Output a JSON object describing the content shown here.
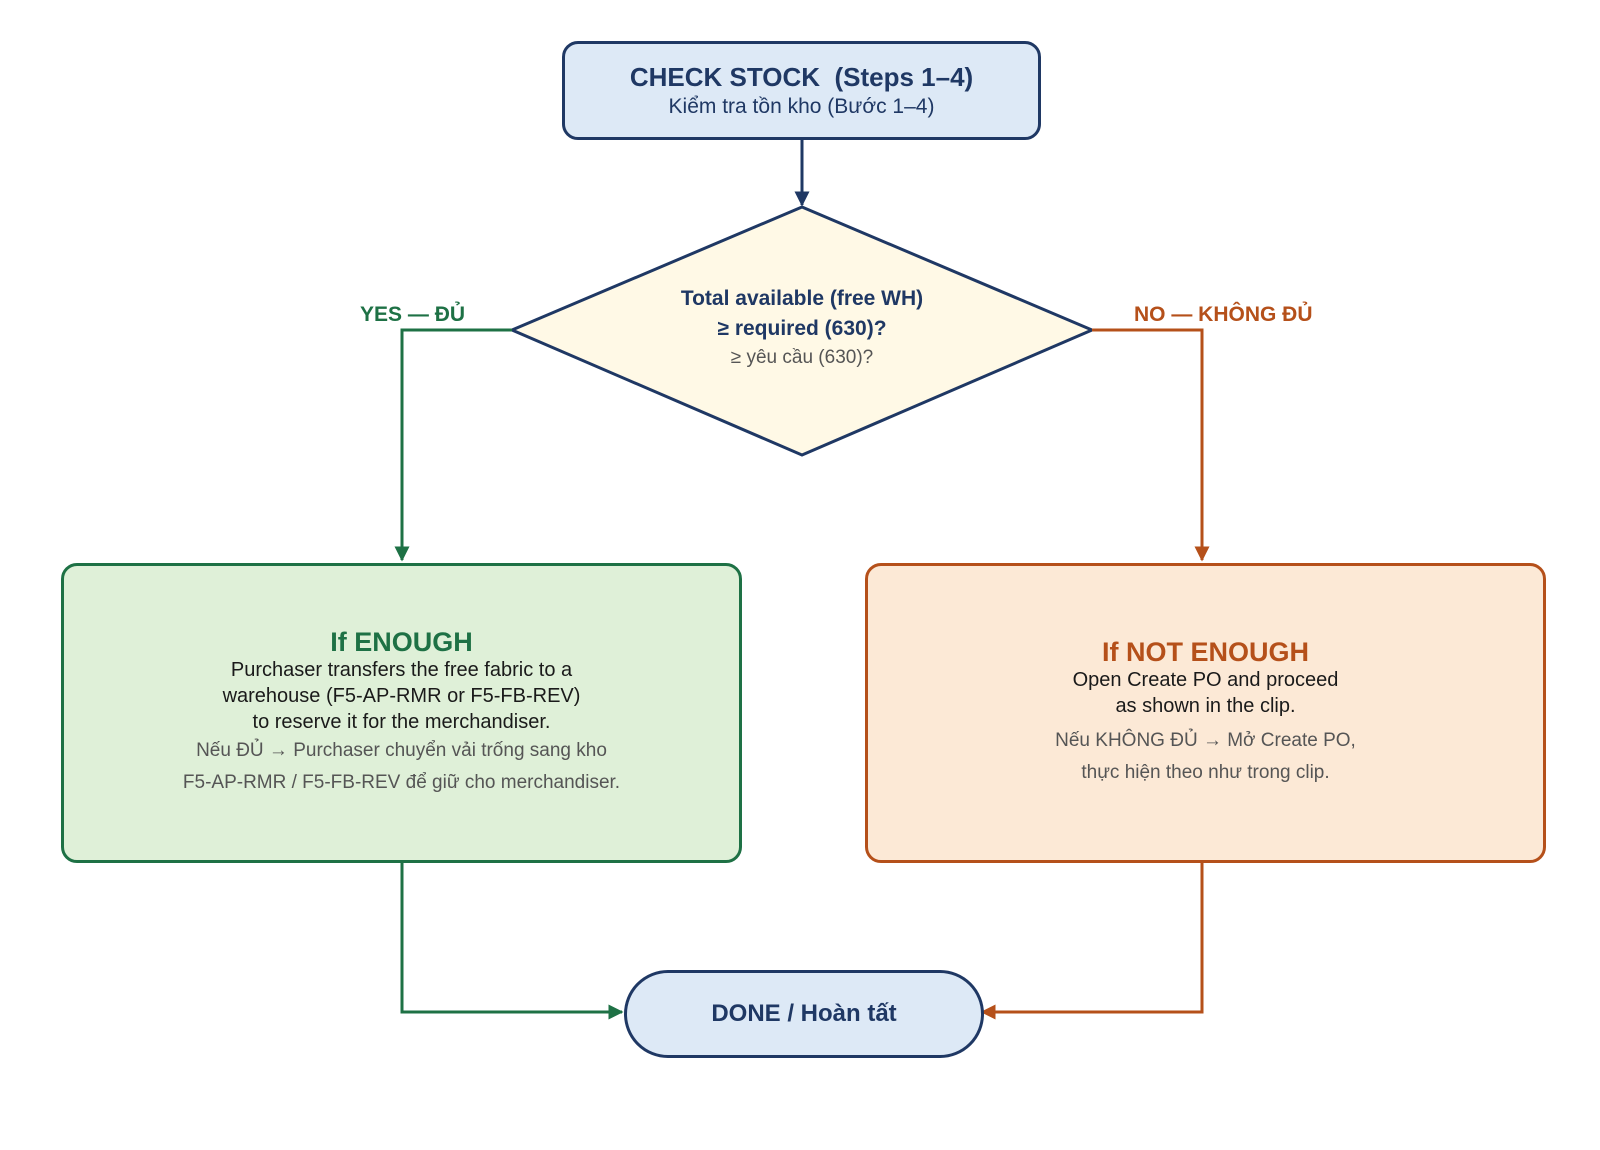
{
  "flowchart": {
    "check_stock": {
      "title": "CHECK STOCK  (Steps 1–4)",
      "subtitle": "Kiểm tra tồn kho (Bước 1–4)"
    },
    "decision": {
      "line1": "Total available (free WH)",
      "line2": "≥ required (630)?",
      "line3": "≥ yêu cầu (630)?"
    },
    "yes_label": "YES — ĐỦ",
    "no_label": "NO — KHÔNG ĐỦ",
    "enough": {
      "title": "If ENOUGH",
      "body": [
        "Purchaser transfers the free fabric to a",
        "warehouse (F5-AP-RMR or F5-FB-REV)",
        "to reserve it for the merchandiser."
      ],
      "note": [
        "Nếu ĐỦ → Purchaser chuyển vải trống sang kho",
        "F5-AP-RMR / F5-FB-REV để giữ cho merchandiser."
      ]
    },
    "not_enough": {
      "title": "If NOT ENOUGH",
      "body": [
        "Open Create PO and proceed",
        "as shown in the clip."
      ],
      "note": [
        "Nếu KHÔNG ĐỦ → Mở Create PO,",
        "thực hiện theo như trong clip."
      ]
    },
    "done": {
      "label": "DONE / Hoàn tất"
    }
  },
  "colors": {
    "navy": "#1f3864",
    "green": "#1e7145",
    "orange": "#b5501a",
    "blue_fill": "#dde9f6",
    "green_fill": "#dff0d8",
    "orange_fill": "#fce9d6",
    "diamond_fill": "#fff9e6"
  }
}
